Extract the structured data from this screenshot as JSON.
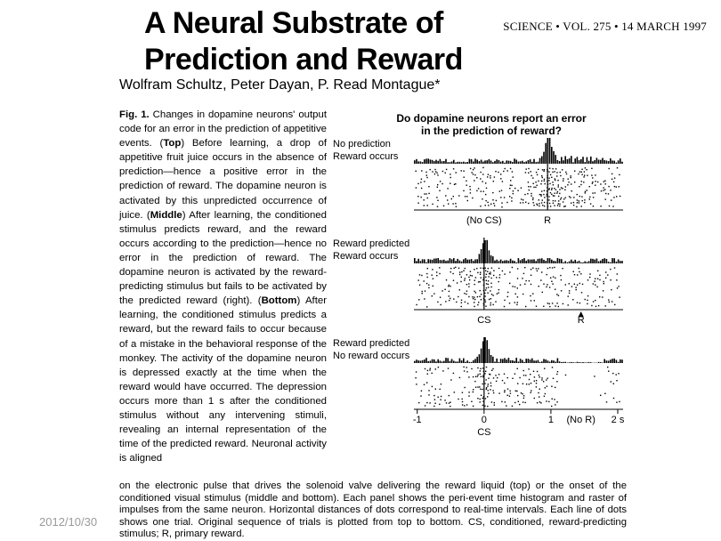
{
  "header": {
    "title_line1": "A Neural Substrate of",
    "title_line2": "Prediction and Reward",
    "journal": "SCIENCE • VOL. 275 • 14 MARCH 1997",
    "authors": "Wolfram Schultz, Peter Dayan, P. Read Montague*"
  },
  "caption": {
    "segments": [
      {
        "text": "Fig. 1.",
        "bold": true
      },
      {
        "text": " Changes in dopamine neurons' output code for an error in the prediction of appetitive events. (",
        "bold": false
      },
      {
        "text": "Top",
        "bold": true
      },
      {
        "text": ") Before learning, a drop of appetitive fruit juice occurs in the absence of prediction—hence a positive error in the prediction of reward. The dopamine neuron is activated by this unpredicted occurrence of juice. (",
        "bold": false
      },
      {
        "text": "Middle",
        "bold": true
      },
      {
        "text": ") After learning, the conditioned stimulus predicts reward, and the reward occurs according to the prediction—hence no error in the prediction of reward. The dopamine neuron is activated by the reward-predicting stimulus but fails to be activated by the predicted reward (right). (",
        "bold": false
      },
      {
        "text": "Bottom",
        "bold": true
      },
      {
        "text": ") After learning, the conditioned stimulus predicts a reward, but the reward fails to occur because of a mistake in the behavioral response of the monkey. The activity of the dopamine neuron is depressed exactly at the time when the reward would have occurred. The depression occurs more than 1 s after the conditioned stimulus without any intervening stimuli, revealing an internal representation of the time of the predicted reward. Neuronal activity is aligned",
        "bold": false
      }
    ],
    "bottom": "on the electronic pulse that drives the solenoid valve delivering the reward liquid (top) or the onset of the conditioned visual stimulus (middle and bottom). Each panel shows the peri-event time histogram and raster of impulses from the same neuron. Horizontal distances of dots correspond to real-time intervals. Each line of dots shows one trial. Original sequence of trials is plotted from top to bottom. CS, conditioned, reward-predicting stimulus; R, primary reward."
  },
  "figure": {
    "title_line1": "Do dopamine neurons report an error",
    "title_line2": "in the prediction of reward?",
    "t_range": [
      -1.05,
      2.08
    ],
    "panels": [
      {
        "label1": "No prediction",
        "label2": "Reward occurs",
        "event_t": 0.95,
        "peak_t": 0.95,
        "post_reward_elevation": true,
        "depression": null,
        "marker_t": null,
        "axis": false,
        "labels_below": [
          {
            "text": "(No CS)",
            "t": 0
          },
          {
            "text": "R",
            "t": 0.95
          }
        ]
      },
      {
        "label1": "Reward predicted",
        "label2": "Reward occurs",
        "event_t": 0,
        "peak_t": 0,
        "post_reward_elevation": false,
        "depression": null,
        "marker_t": 1.45,
        "axis": false,
        "labels_below": [
          {
            "text": "CS",
            "t": 0
          },
          {
            "text": "R",
            "t": 1.45
          }
        ]
      },
      {
        "label1": "Reward predicted",
        "label2": "No reward occurs",
        "event_t": 0,
        "peak_t": 0,
        "post_reward_elevation": false,
        "depression": {
          "t0": 1.12,
          "t1": 1.78
        },
        "marker_t": null,
        "axis": true,
        "labels_below": []
      }
    ],
    "axis": {
      "ticks": [
        {
          "label": "-1",
          "t": -1
        },
        {
          "label": "0",
          "t": 0
        },
        {
          "label": "1",
          "t": 1
        },
        {
          "label": "2 s",
          "t": 2
        }
      ],
      "extra_label": {
        "text": "(No R)",
        "t": 1.45
      },
      "cs_label": {
        "text": "CS",
        "t": 0
      }
    }
  },
  "footer": {
    "date": "2012/10/30"
  },
  "colors": {
    "ink": "#000000",
    "date_gray": "#9a9a9a",
    "background": "#ffffff"
  }
}
